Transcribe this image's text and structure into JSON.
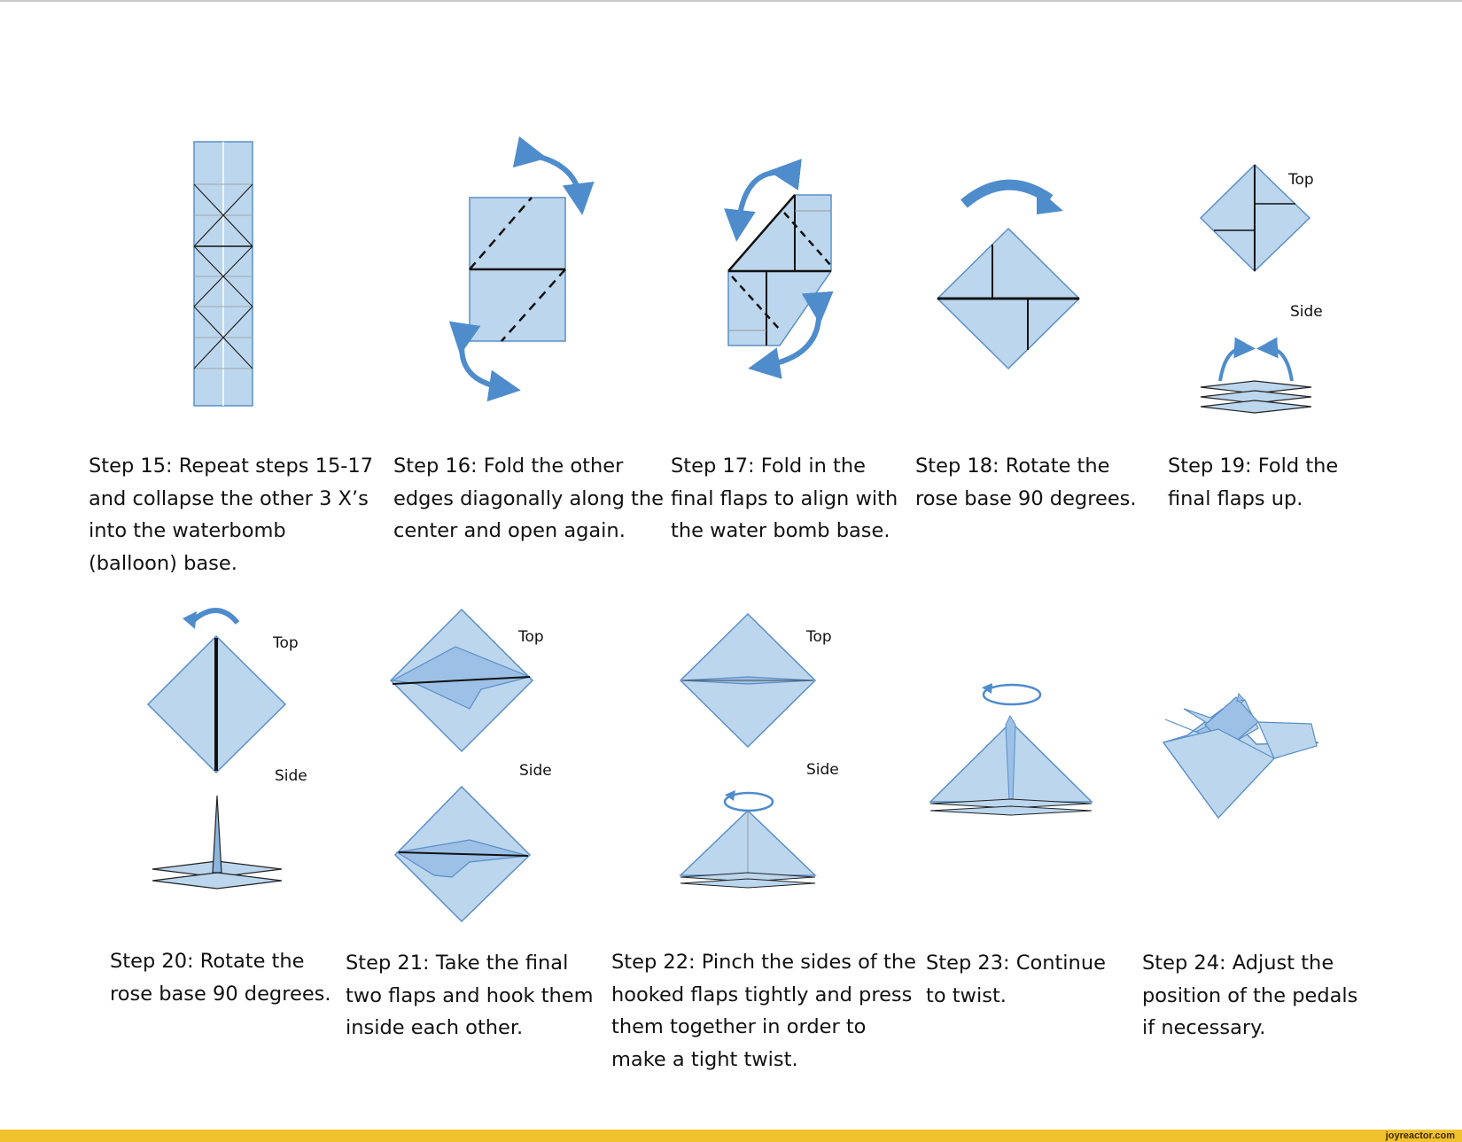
{
  "steps": [
    {
      "id": 15,
      "text": "Step 15: Repeat steps 15-17\nand collapse the other 3 X’s\ninto the waterbomb\n(balloon) base."
    },
    {
      "id": 16,
      "text": "Step 16: Fold the other\nedges diagonally along the\ncenter and open again."
    },
    {
      "id": 17,
      "text": "Step 17: Fold in the\nfinal flaps to align with\nthe water bomb base."
    },
    {
      "id": 18,
      "text": "Step 18:  Rotate the\nrose base 90 degrees."
    },
    {
      "id": 19,
      "text": "Step 19: Fold the\nfinal flaps up."
    },
    {
      "id": 20,
      "text": "Step 20: Rotate the\nrose base 90 degrees."
    },
    {
      "id": 21,
      "text": "Step 21: Take the final\ntwo flaps and hook them\ninside each other."
    },
    {
      "id": 22,
      "text": "Step 22: Pinch the sides of the\nhooked flaps tightly and press\nthem together in order to\nmake a tight twist."
    },
    {
      "id": 23,
      "text": "Step 23: Continue\nto twist."
    },
    {
      "id": 24,
      "text": "Step 24: Adjust the\nposition of the pedals\nif necessary."
    }
  ],
  "labels": {
    "top": "Top",
    "side": "Side"
  },
  "watermark": "joyreactor.com",
  "colors": {
    "paper_fill": "#bcd6ee",
    "paper_stroke": "#5b8fc7",
    "arrow": "#4f8ccc",
    "footer": "#f2c12e"
  }
}
